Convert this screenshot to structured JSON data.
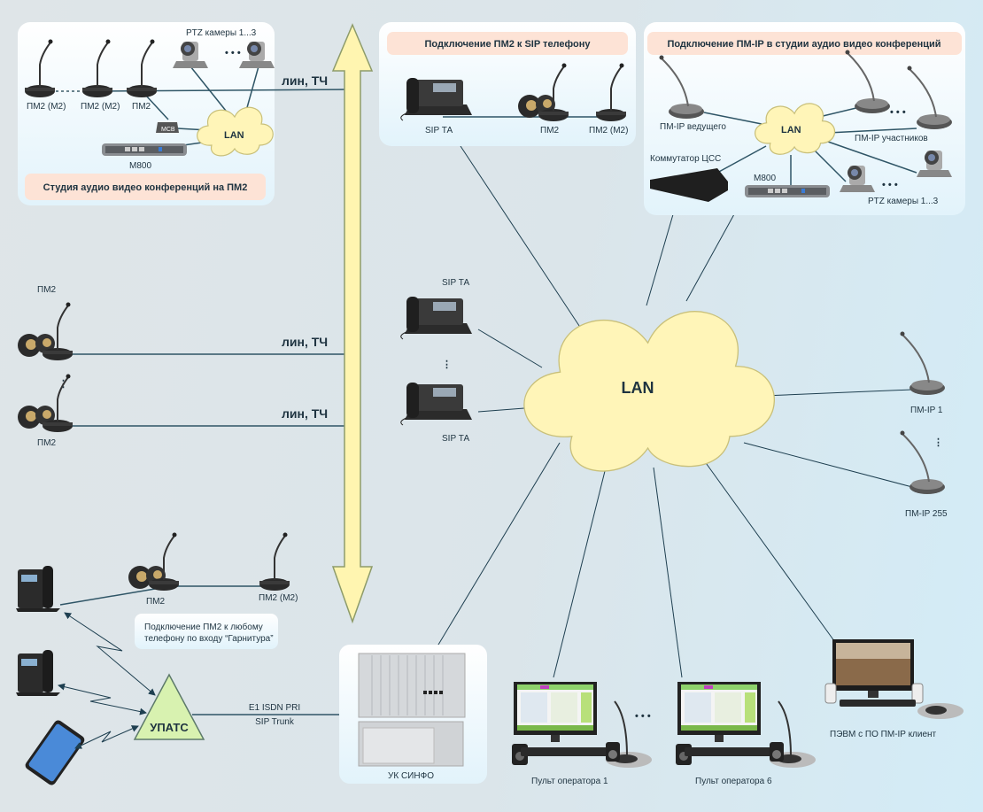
{
  "colors": {
    "banner": "#fde3d6",
    "cloud": "#fff5b8",
    "arrow": "#fff5b0",
    "triangle": "#d8f2b0",
    "line": "#2f5566",
    "card": "#ffffff"
  },
  "studio_pm2": {
    "banner": "Студия аудио видео конференций на ПМ2",
    "cameras": "PTZ камеры 1...3",
    "mic1": "ПМ2 (М2)",
    "mic2": "ПМ2 (М2)",
    "mic3": "ПМ2",
    "mcb": "МСВ",
    "lan": "LAN",
    "m800": "М800",
    "line_label": "лин, ТЧ"
  },
  "sip_phone": {
    "banner": "Подключение ПМ2 к SIP телефону",
    "phone": "SIP ТА",
    "mic1": "ПМ2",
    "mic2": "ПМ2 (М2)"
  },
  "studio_pmip": {
    "banner": "Подключение ПМ-IP в студии аудио видео конференций",
    "host": "ПМ-IP ведущего",
    "lan": "LAN",
    "participants": "ПМ-IP участников",
    "switch": "Коммутатор ЦСС",
    "m800": "М800",
    "cameras": "PTZ камеры 1...3"
  },
  "left_mics": {
    "top": "ПМ2",
    "bottom": "ПМ2",
    "line1": "лин, ТЧ",
    "line2": "лин, ТЧ"
  },
  "center": {
    "lan": "LAN",
    "sip_top": "SIP ТА",
    "sip_bottom": "SIP ТА",
    "pmip1": "ПМ-IP 1",
    "pmip255": "ПМ-IP 255"
  },
  "headset": {
    "mic1": "ПМ2",
    "mic2": "ПМ2 (М2)",
    "note_line1": "Подключение ПМ2 к любому",
    "note_line2": "телефону по входу “Гарнитура”"
  },
  "pbx": {
    "label": "УПАТС",
    "trunk1": "E1 ISDN PRI",
    "trunk2": "SIP Trunk"
  },
  "uk": {
    "label": "УК СИНФО"
  },
  "operators": {
    "op1": "Пульт оператора 1",
    "op6": "Пульт оператора 6",
    "pc": "ПЭВМ с ПО ПМ-IP клиент"
  }
}
